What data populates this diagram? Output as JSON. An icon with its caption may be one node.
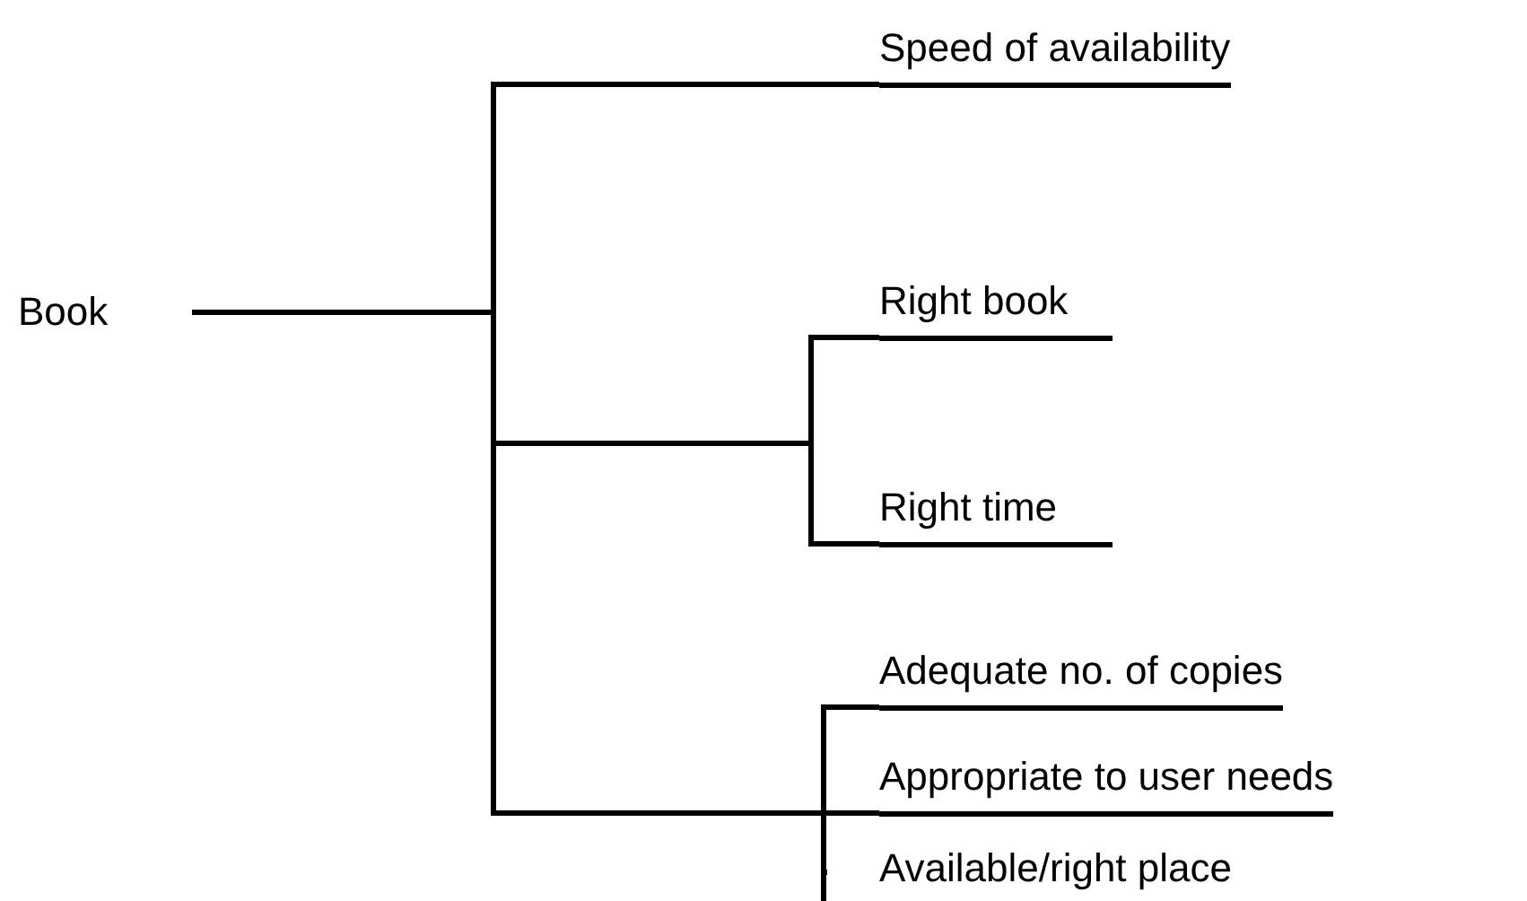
{
  "diagram": {
    "nodes": [
      {
        "text": [
          "Book"
        ]
      },
      {
        "text": [
          "Speed of availability"
        ]
      },
      {
        "text": [
          "Right book"
        ]
      },
      {
        "text": [
          "Right time"
        ]
      },
      {
        "text": [
          "Adequate no. of copies"
        ]
      },
      {
        "text": [
          "Appropriate to user needs"
        ]
      },
      {
        "text": [
          "Available/right place"
        ]
      }
    ],
    "edges": [
      {
        "from": 0,
        "to": 1,
        "arrow": "none"
      },
      {
        "from": 0,
        "to": 2,
        "arrow": "none"
      },
      {
        "from": 0,
        "to": 3,
        "arrow": "none"
      },
      {
        "from": 0,
        "to": 4,
        "arrow": "none"
      },
      {
        "from": 0,
        "to": 5,
        "arrow": "none"
      },
      {
        "from": 0,
        "to": 6,
        "arrow": "none"
      }
    ]
  }
}
